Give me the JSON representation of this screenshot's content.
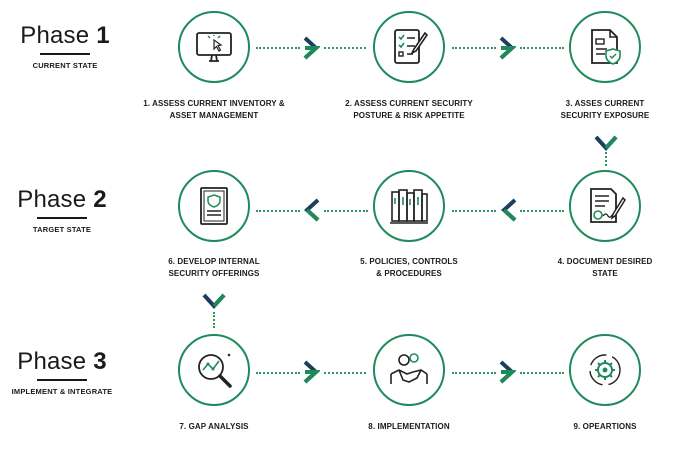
{
  "phases": [
    {
      "word": "Phase",
      "number": "1",
      "subtitle": "CURRENT STATE"
    },
    {
      "word": "Phase",
      "number": "2",
      "subtitle": "TARGET STATE"
    },
    {
      "word": "Phase",
      "number": "3",
      "subtitle": "IMPLEMENT & INTEGRATE"
    }
  ],
  "steps": [
    {
      "line1": "1. ASSESS CURRENT INVENTORY &",
      "line2": "ASSET MANAGEMENT",
      "icon": "monitor-cursor-icon"
    },
    {
      "line1": "2. ASSESS CURRENT SECURITY",
      "line2": "POSTURE & RISK APPETITE",
      "icon": "checklist-pen-icon"
    },
    {
      "line1": "3. ASSES CURRENT",
      "line2": "SECURITY EXPOSURE",
      "icon": "document-shield-icon"
    },
    {
      "line1": "4. DOCUMENT DESIRED",
      "line2": "STATE",
      "icon": "document-signature-icon"
    },
    {
      "line1": "5. POLICIES, CONTROLS",
      "line2": "& PROCEDURES",
      "icon": "binders-icon"
    },
    {
      "line1": "6. DEVELOP INTERNAL",
      "line2": "SECURITY OFFERINGS",
      "icon": "framed-document-shield-icon"
    },
    {
      "line1": "7. GAP ANALYSIS",
      "line2": "",
      "icon": "magnifier-chart-icon"
    },
    {
      "line1": "8. IMPLEMENTATION",
      "line2": "",
      "icon": "handshake-gears-icon"
    },
    {
      "line1": "9. OPEARTIONS",
      "line2": "",
      "icon": "gear-cycle-icon"
    }
  ],
  "colors": {
    "accent_green": "#1e8a5a",
    "accent_navy": "#1c3f5e"
  }
}
